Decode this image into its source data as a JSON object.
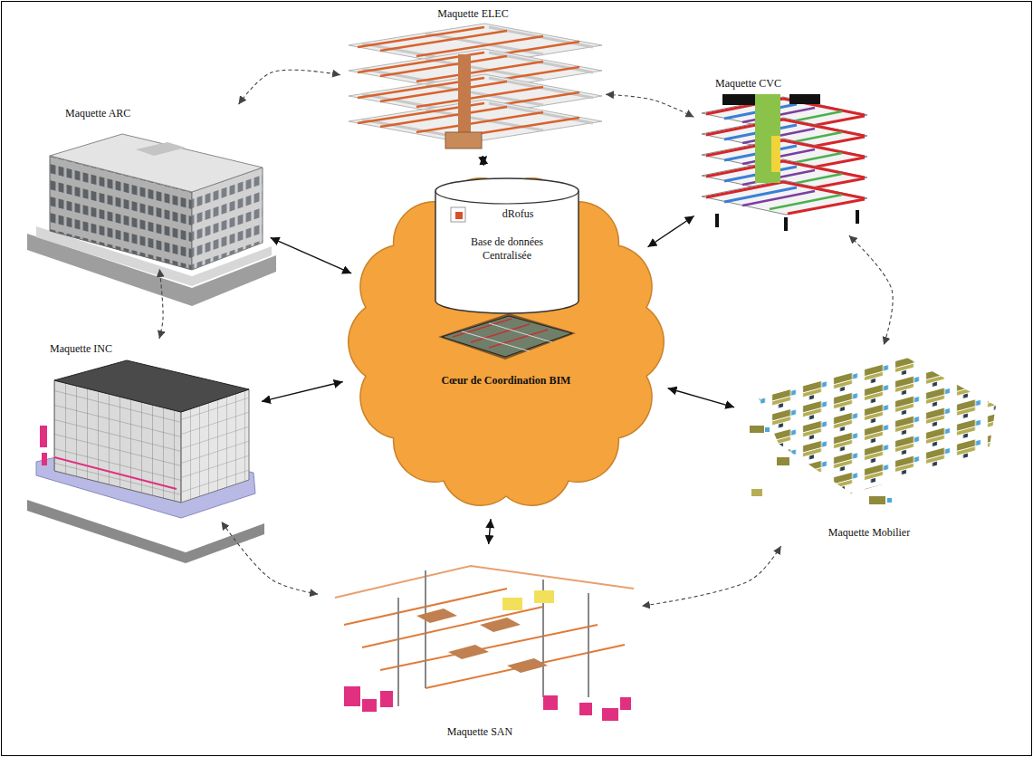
{
  "diagram": {
    "nodes": [
      {
        "text": [
          "Maquette ELEC"
        ]
      },
      {
        "text": [
          "Maquette CVC"
        ]
      },
      {
        "text": [
          "Maquette ARC"
        ]
      },
      {
        "text": [
          "Cœur de Coordination BIM"
        ]
      },
      {
        "text": [
          "dRofus",
          "Base de données Centralisée"
        ],
        "in": 3
      },
      {
        "text": [
          "Maquette INC"
        ]
      },
      {
        "text": [
          "Maquette Mobilier"
        ]
      },
      {
        "text": [
          "Maquette SAN"
        ]
      }
    ],
    "edges": [
      {
        "from": 0,
        "to": 3,
        "arrow": "both"
      },
      {
        "from": 1,
        "to": 3,
        "arrow": "both"
      },
      {
        "from": 2,
        "to": 3,
        "arrow": "both"
      },
      {
        "from": 5,
        "to": 3,
        "arrow": "both"
      },
      {
        "from": 6,
        "to": 3,
        "arrow": "both"
      },
      {
        "from": 7,
        "to": 3,
        "arrow": "both"
      },
      {
        "from": 2,
        "to": 0,
        "arrow": "both"
      },
      {
        "from": 0,
        "to": 1,
        "arrow": "both"
      },
      {
        "from": 1,
        "to": 6,
        "arrow": "both"
      },
      {
        "from": 6,
        "to": 7,
        "arrow": "both"
      },
      {
        "from": 7,
        "to": 5,
        "arrow": "both"
      },
      {
        "from": 5,
        "to": 2,
        "arrow": "both"
      }
    ]
  }
}
